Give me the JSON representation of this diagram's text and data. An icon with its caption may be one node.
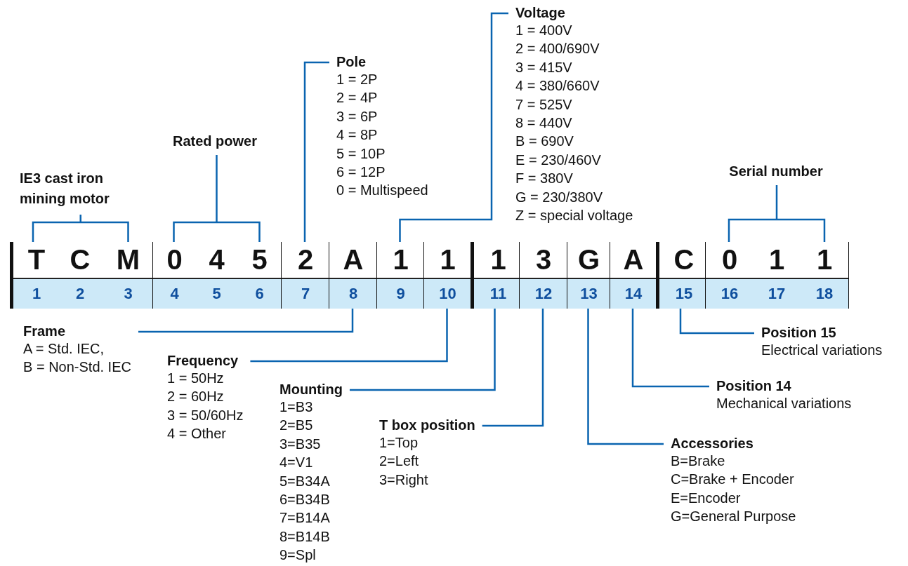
{
  "diagram": {
    "nodes": [
      {
        "text": [
          "Voltage",
          "1 = 400V",
          "2 = 400/690V",
          "3 = 415V",
          "4 = 380/660V",
          "7 = 525V",
          "8 = 440V",
          "B = 690V",
          "E = 230/460V",
          "F = 380V",
          "G = 230/380V",
          "Z = special voltage"
        ]
      },
      {
        "text": [
          "Pole",
          "1 = 2P",
          "2 = 4P",
          "3 = 6P",
          "4 = 8P",
          "5 = 10P",
          "6 = 12P",
          "0 = Multispeed"
        ]
      },
      {
        "text": [
          "Rated power"
        ]
      },
      {
        "text": [
          "Serial number"
        ]
      },
      {
        "text": [
          "IE3 cast iron mining motor"
        ]
      },
      {
        "text": [
          "T",
          "1"
        ]
      },
      {
        "text": [
          "C",
          "2"
        ]
      },
      {
        "text": [
          "M",
          "3"
        ]
      },
      {
        "text": [
          "0",
          "4"
        ]
      },
      {
        "text": [
          "4",
          "5"
        ]
      },
      {
        "text": [
          "5",
          "6"
        ]
      },
      {
        "text": [
          "2",
          "7"
        ]
      },
      {
        "text": [
          "A",
          "8"
        ]
      },
      {
        "text": [
          "1",
          "9"
        ]
      },
      {
        "text": [
          "1",
          "10"
        ]
      },
      {
        "text": [
          "1",
          "11"
        ]
      },
      {
        "text": [
          "3",
          "12"
        ]
      },
      {
        "text": [
          "G",
          "13"
        ]
      },
      {
        "text": [
          "A",
          "14"
        ]
      },
      {
        "text": [
          "C",
          "15"
        ]
      },
      {
        "text": [
          "0",
          "16"
        ]
      },
      {
        "text": [
          "1",
          "17"
        ]
      },
      {
        "text": [
          "1",
          "18"
        ]
      },
      {
        "text": [
          "Frame",
          "A = Std. IEC,",
          "B = Non-Std. IEC"
        ]
      },
      {
        "text": [
          "Frequency",
          "1 = 50Hz",
          "2 = 60Hz",
          "3 = 50/60Hz",
          "4 = Other"
        ]
      },
      {
        "text": [
          "Mounting",
          "1=B3",
          "2=B5",
          "3=B35",
          "4=V1",
          "5=B34A",
          "6=B34B",
          "7=B14A",
          "8=B14B",
          "9=Spl"
        ]
      },
      {
        "text": [
          "T box position",
          "1=Top",
          "2=Left",
          "3=Right"
        ]
      },
      {
        "text": [
          "Position 15",
          "Electrical variations"
        ]
      },
      {
        "text": [
          "Position 14",
          "Mechanical variations"
        ]
      },
      {
        "text": [
          "Accessories",
          "B=Brake",
          "C=Brake + Encoder",
          "E=Encoder",
          "G=General Purpose"
        ]
      }
    ],
    "edges": [
      {
        "from": 4,
        "to": 5,
        "arrow": "none"
      },
      {
        "from": 4,
        "to": 7,
        "arrow": "none"
      },
      {
        "from": 2,
        "to": 8,
        "arrow": "none"
      },
      {
        "from": 2,
        "to": 10,
        "arrow": "none"
      },
      {
        "from": 1,
        "to": 11,
        "arrow": "none"
      },
      {
        "from": 0,
        "to": 13,
        "arrow": "none"
      },
      {
        "from": 3,
        "to": 20,
        "arrow": "none"
      },
      {
        "from": 3,
        "to": 22,
        "arrow": "none"
      },
      {
        "from": 23,
        "to": 12,
        "arrow": "none"
      },
      {
        "from": 24,
        "to": 14,
        "arrow": "none"
      },
      {
        "from": 25,
        "to": 15,
        "arrow": "none"
      },
      {
        "from": 26,
        "to": 16,
        "arrow": "none"
      },
      {
        "from": 29,
        "to": 17,
        "arrow": "none"
      },
      {
        "from": 28,
        "to": 18,
        "arrow": "none"
      },
      {
        "from": 27,
        "to": 19,
        "arrow": "none"
      }
    ]
  }
}
